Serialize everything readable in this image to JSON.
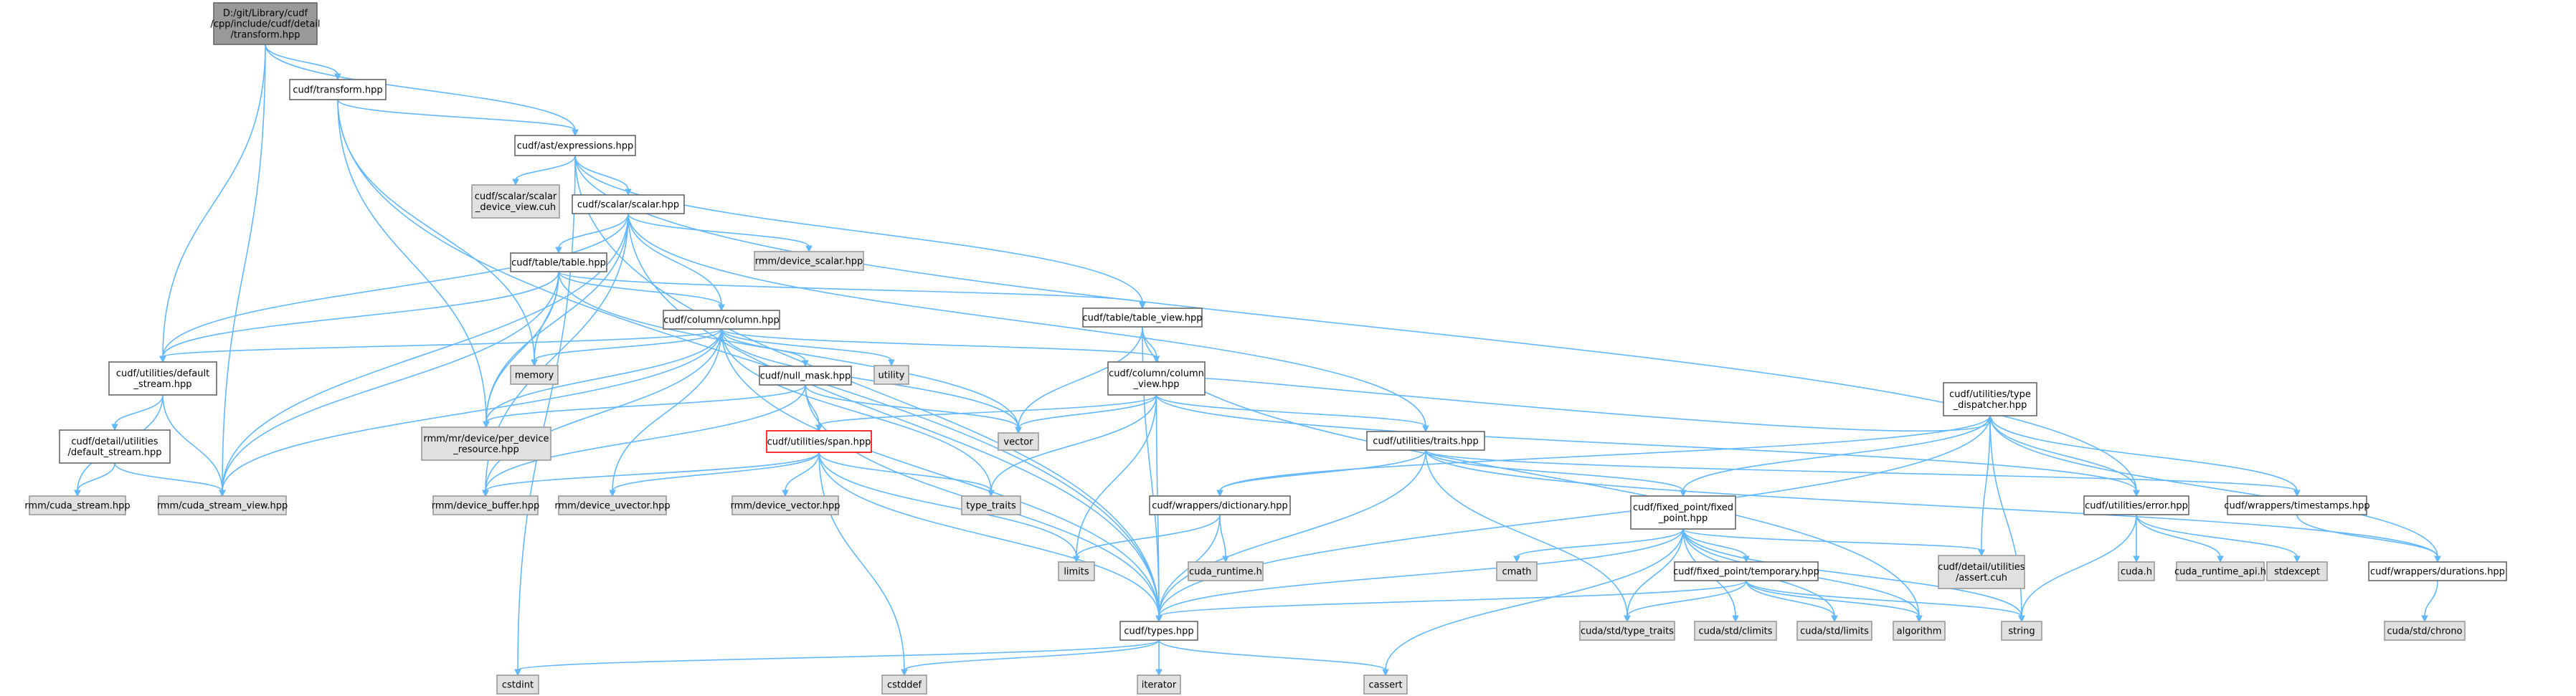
{
  "colors": {
    "edge": "#63b8ff",
    "root_fill": "#999999",
    "root_stroke": "#666666",
    "file_fill": "#ffffff",
    "file_stroke": "#666666",
    "external_fill": "#e0e0e0",
    "external_stroke": "#999999",
    "highlight_stroke": "#ff0000"
  },
  "nodes": [
    {
      "id": "root",
      "lines": [
        "D:/git/Library/cudf",
        "/cpp/include/cudf/detail",
        "/transform.hpp"
      ],
      "kind": "root"
    },
    {
      "id": "transform",
      "lines": [
        "cudf/transform.hpp"
      ],
      "kind": "file"
    },
    {
      "id": "expressions",
      "lines": [
        "cudf/ast/expressions.hpp"
      ],
      "kind": "file"
    },
    {
      "id": "scalar_device_view",
      "lines": [
        "cudf/scalar/scalar",
        "_device_view.cuh"
      ],
      "kind": "external"
    },
    {
      "id": "scalar",
      "lines": [
        "cudf/scalar/scalar.hpp"
      ],
      "kind": "file"
    },
    {
      "id": "device_scalar",
      "lines": [
        "rmm/device_scalar.hpp"
      ],
      "kind": "external"
    },
    {
      "id": "table",
      "lines": [
        "cudf/table/table.hpp"
      ],
      "kind": "file"
    },
    {
      "id": "column",
      "lines": [
        "cudf/column/column.hpp"
      ],
      "kind": "file"
    },
    {
      "id": "table_view",
      "lines": [
        "cudf/table/table_view.hpp"
      ],
      "kind": "file"
    },
    {
      "id": "default_stream",
      "lines": [
        "cudf/utilities/default",
        "_stream.hpp"
      ],
      "kind": "file"
    },
    {
      "id": "memory",
      "lines": [
        "memory"
      ],
      "kind": "external"
    },
    {
      "id": "utility",
      "lines": [
        "utility"
      ],
      "kind": "external"
    },
    {
      "id": "null_mask",
      "lines": [
        "cudf/null_mask.hpp"
      ],
      "kind": "file"
    },
    {
      "id": "column_view",
      "lines": [
        "cudf/column/column",
        "_view.hpp"
      ],
      "kind": "file"
    },
    {
      "id": "detail_default_stream",
      "lines": [
        "cudf/detail/utilities",
        "/default_stream.hpp"
      ],
      "kind": "file"
    },
    {
      "id": "per_device_resource",
      "lines": [
        "rmm/mr/device/per_device",
        "_resource.hpp"
      ],
      "kind": "external"
    },
    {
      "id": "span",
      "lines": [
        "cudf/utilities/span.hpp"
      ],
      "kind": "highlight"
    },
    {
      "id": "vector",
      "lines": [
        "vector"
      ],
      "kind": "external"
    },
    {
      "id": "traits",
      "lines": [
        "cudf/utilities/traits.hpp"
      ],
      "kind": "file"
    },
    {
      "id": "type_dispatcher",
      "lines": [
        "cudf/utilities/type",
        "_dispatcher.hpp"
      ],
      "kind": "file"
    },
    {
      "id": "cuda_stream",
      "lines": [
        "rmm/cuda_stream.hpp"
      ],
      "kind": "external"
    },
    {
      "id": "cuda_stream_view",
      "lines": [
        "rmm/cuda_stream_view.hpp"
      ],
      "kind": "external"
    },
    {
      "id": "device_buffer",
      "lines": [
        "rmm/device_buffer.hpp"
      ],
      "kind": "external"
    },
    {
      "id": "device_uvector",
      "lines": [
        "rmm/device_uvector.hpp"
      ],
      "kind": "external"
    },
    {
      "id": "device_vector",
      "lines": [
        "rmm/device_vector.hpp"
      ],
      "kind": "external"
    },
    {
      "id": "type_traits",
      "lines": [
        "type_traits"
      ],
      "kind": "external"
    },
    {
      "id": "dictionary",
      "lines": [
        "cudf/wrappers/dictionary.hpp"
      ],
      "kind": "file"
    },
    {
      "id": "fixed_point",
      "lines": [
        "cudf/fixed_point/fixed",
        "_point.hpp"
      ],
      "kind": "file"
    },
    {
      "id": "error",
      "lines": [
        "cudf/utilities/error.hpp"
      ],
      "kind": "file"
    },
    {
      "id": "timestamps",
      "lines": [
        "cudf/wrappers/timestamps.hpp"
      ],
      "kind": "file"
    },
    {
      "id": "limits",
      "lines": [
        "limits"
      ],
      "kind": "external"
    },
    {
      "id": "cuda_runtime",
      "lines": [
        "cuda_runtime.h"
      ],
      "kind": "external"
    },
    {
      "id": "cmath",
      "lines": [
        "cmath"
      ],
      "kind": "external"
    },
    {
      "id": "assert_cuh",
      "lines": [
        "cudf/detail/utilities",
        "/assert.cuh"
      ],
      "kind": "external"
    },
    {
      "id": "cuda_h",
      "lines": [
        "cuda.h"
      ],
      "kind": "external"
    },
    {
      "id": "cuda_runtime_api",
      "lines": [
        "cuda_runtime_api.h"
      ],
      "kind": "external"
    },
    {
      "id": "stdexcept",
      "lines": [
        "stdexcept"
      ],
      "kind": "external"
    },
    {
      "id": "durations",
      "lines": [
        "cudf/wrappers/durations.hpp"
      ],
      "kind": "file"
    },
    {
      "id": "temporary",
      "lines": [
        "cudf/fixed_point/temporary.hpp"
      ],
      "kind": "file"
    },
    {
      "id": "types",
      "lines": [
        "cudf/types.hpp"
      ],
      "kind": "file"
    },
    {
      "id": "cuda_type_traits",
      "lines": [
        "cuda/std/type_traits"
      ],
      "kind": "external"
    },
    {
      "id": "cuda_climits",
      "lines": [
        "cuda/std/climits"
      ],
      "kind": "external"
    },
    {
      "id": "cuda_limits",
      "lines": [
        "cuda/std/limits"
      ],
      "kind": "external"
    },
    {
      "id": "algorithm",
      "lines": [
        "algorithm"
      ],
      "kind": "external"
    },
    {
      "id": "string",
      "lines": [
        "string"
      ],
      "kind": "external"
    },
    {
      "id": "cuda_chrono",
      "lines": [
        "cuda/std/chrono"
      ],
      "kind": "external"
    },
    {
      "id": "cstdint",
      "lines": [
        "cstdint"
      ],
      "kind": "external"
    },
    {
      "id": "cstddef",
      "lines": [
        "cstddef"
      ],
      "kind": "external"
    },
    {
      "id": "iterator",
      "lines": [
        "iterator"
      ],
      "kind": "external"
    },
    {
      "id": "cassert",
      "lines": [
        "cassert"
      ],
      "kind": "external"
    }
  ],
  "edges": [
    [
      "root",
      "transform"
    ],
    [
      "root",
      "expressions"
    ],
    [
      "root",
      "default_stream"
    ],
    [
      "root",
      "cuda_stream_view"
    ],
    [
      "transform",
      "expressions"
    ],
    [
      "transform",
      "memory"
    ],
    [
      "transform",
      "per_device_resource"
    ],
    [
      "transform",
      "types"
    ],
    [
      "expressions",
      "scalar_device_view"
    ],
    [
      "expressions",
      "scalar"
    ],
    [
      "expressions",
      "table_view"
    ],
    [
      "expressions",
      "types"
    ],
    [
      "expressions",
      "error"
    ],
    [
      "expressions",
      "cstdint"
    ],
    [
      "scalar",
      "device_scalar"
    ],
    [
      "scalar",
      "table"
    ],
    [
      "scalar",
      "column"
    ],
    [
      "scalar",
      "default_stream"
    ],
    [
      "scalar",
      "cuda_stream_view"
    ],
    [
      "scalar",
      "per_device_resource"
    ],
    [
      "scalar",
      "device_buffer"
    ],
    [
      "scalar",
      "traits"
    ],
    [
      "scalar",
      "types"
    ],
    [
      "table",
      "column"
    ],
    [
      "table",
      "table_view"
    ],
    [
      "table",
      "default_stream"
    ],
    [
      "table",
      "memory"
    ],
    [
      "table",
      "per_device_resource"
    ],
    [
      "table",
      "cuda_stream_view"
    ],
    [
      "table",
      "vector"
    ],
    [
      "column",
      "default_stream"
    ],
    [
      "column",
      "memory"
    ],
    [
      "column",
      "utility"
    ],
    [
      "column",
      "null_mask"
    ],
    [
      "column",
      "column_view"
    ],
    [
      "column",
      "per_device_resource"
    ],
    [
      "column",
      "cuda_stream_view"
    ],
    [
      "column",
      "device_buffer"
    ],
    [
      "column",
      "device_uvector"
    ],
    [
      "column",
      "vector"
    ],
    [
      "column",
      "type_traits"
    ],
    [
      "column",
      "types"
    ],
    [
      "table_view",
      "column_view"
    ],
    [
      "table_view",
      "vector"
    ],
    [
      "table_view",
      "types"
    ],
    [
      "table_view",
      "algorithm"
    ],
    [
      "default_stream",
      "detail_default_stream"
    ],
    [
      "default_stream",
      "cuda_stream_view"
    ],
    [
      "default_stream",
      "cuda_stream"
    ],
    [
      "detail_default_stream",
      "cuda_stream"
    ],
    [
      "detail_default_stream",
      "cuda_stream_view"
    ],
    [
      "null_mask",
      "span"
    ],
    [
      "null_mask",
      "per_device_resource"
    ],
    [
      "null_mask",
      "device_buffer"
    ],
    [
      "null_mask",
      "vector"
    ],
    [
      "null_mask",
      "types"
    ],
    [
      "column_view",
      "span"
    ],
    [
      "column_view",
      "traits"
    ],
    [
      "column_view",
      "type_dispatcher"
    ],
    [
      "column_view",
      "error"
    ],
    [
      "column_view",
      "vector"
    ],
    [
      "column_view",
      "type_traits"
    ],
    [
      "column_view",
      "limits"
    ],
    [
      "column_view",
      "types"
    ],
    [
      "span",
      "device_buffer"
    ],
    [
      "span",
      "device_uvector"
    ],
    [
      "span",
      "device_vector"
    ],
    [
      "span",
      "type_traits"
    ],
    [
      "span",
      "limits"
    ],
    [
      "span",
      "cstddef"
    ],
    [
      "span",
      "types"
    ],
    [
      "traits",
      "dictionary"
    ],
    [
      "traits",
      "fixed_point"
    ],
    [
      "traits",
      "timestamps"
    ],
    [
      "traits",
      "durations"
    ],
    [
      "traits",
      "cuda_type_traits"
    ],
    [
      "traits",
      "types"
    ],
    [
      "type_dispatcher",
      "dictionary"
    ],
    [
      "type_dispatcher",
      "fixed_point"
    ],
    [
      "type_dispatcher",
      "error"
    ],
    [
      "type_dispatcher",
      "timestamps"
    ],
    [
      "type_dispatcher",
      "durations"
    ],
    [
      "type_dispatcher",
      "assert_cuh"
    ],
    [
      "type_dispatcher",
      "string"
    ],
    [
      "type_dispatcher",
      "types"
    ],
    [
      "dictionary",
      "limits"
    ],
    [
      "dictionary",
      "cuda_runtime"
    ],
    [
      "dictionary",
      "types"
    ],
    [
      "fixed_point",
      "cmath"
    ],
    [
      "fixed_point",
      "temporary"
    ],
    [
      "fixed_point",
      "assert_cuh"
    ],
    [
      "fixed_point",
      "cuda_type_traits"
    ],
    [
      "fixed_point",
      "cuda_climits"
    ],
    [
      "fixed_point",
      "cuda_limits"
    ],
    [
      "fixed_point",
      "algorithm"
    ],
    [
      "fixed_point",
      "string"
    ],
    [
      "fixed_point",
      "cassert"
    ],
    [
      "fixed_point",
      "types"
    ],
    [
      "error",
      "cuda_h"
    ],
    [
      "error",
      "cuda_runtime_api"
    ],
    [
      "error",
      "stdexcept"
    ],
    [
      "error",
      "string"
    ],
    [
      "timestamps",
      "durations"
    ],
    [
      "durations",
      "cuda_chrono"
    ],
    [
      "temporary",
      "cuda_type_traits"
    ],
    [
      "temporary",
      "cuda_limits"
    ],
    [
      "temporary",
      "algorithm"
    ],
    [
      "temporary",
      "string"
    ],
    [
      "temporary",
      "types"
    ],
    [
      "types",
      "cstdint"
    ],
    [
      "types",
      "cstddef"
    ],
    [
      "types",
      "iterator"
    ],
    [
      "types",
      "cassert"
    ]
  ]
}
